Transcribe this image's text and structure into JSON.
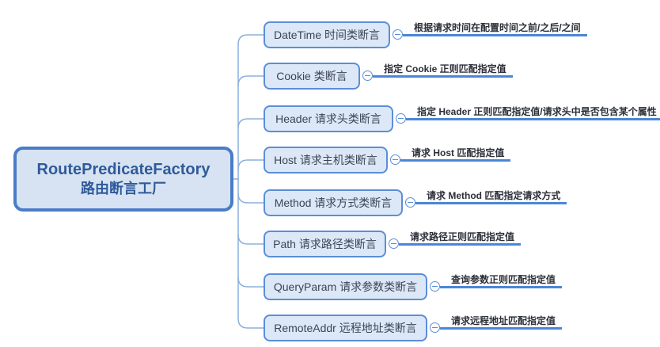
{
  "root": {
    "title_en": "RoutePredicateFactory",
    "title_zh": "路由断言工厂"
  },
  "branches": [
    {
      "label": "DateTime 时间类断言",
      "desc": "根据请求时间在配置时间之前/之后/之间"
    },
    {
      "label": "Cookie 类断言",
      "desc": "指定 Cookie 正则匹配指定值"
    },
    {
      "label": "Header 请求头类断言",
      "desc": "指定 Header 正则匹配指定值/请求头中是否包含某个属性"
    },
    {
      "label": "Host 请求主机类断言",
      "desc": "请求 Host 匹配指定值"
    },
    {
      "label": "Method 请求方式类断言",
      "desc": "请求 Method 匹配指定请求方式"
    },
    {
      "label": "Path 请求路径类断言",
      "desc": "请求路径正则匹配指定值"
    },
    {
      "label": "QueryParam 请求参数类断言",
      "desc": "查询参数正则匹配指定值"
    },
    {
      "label": "RemoteAddr 远程地址类断言",
      "desc": "请求远程地址匹配指定值"
    }
  ],
  "icons": {
    "toggle": "collapse-minus-icon"
  },
  "colors": {
    "root-border": "#4a7cc7",
    "root-bg": "#d7e3f2",
    "root-text": "#2f5a9a",
    "node-border": "#5b8ed8",
    "node-bg": "#dce8f7",
    "node-text": "#3c4454",
    "connector": "#8bb0de",
    "underline": "#4a86d8",
    "leaf-text": "#2b2f38",
    "canvas-bg": "#ffffff"
  }
}
